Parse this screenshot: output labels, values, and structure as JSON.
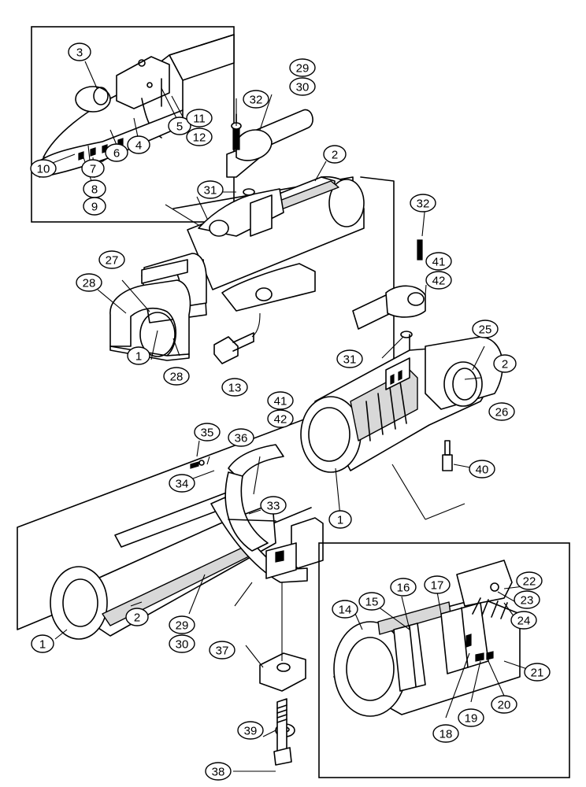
{
  "callouts": [
    {
      "id": "c1a",
      "text": "1"
    },
    {
      "id": "c1b",
      "text": "1"
    },
    {
      "id": "c1c",
      "text": "1"
    },
    {
      "id": "c2a",
      "text": "2"
    },
    {
      "id": "c2b",
      "text": "2"
    },
    {
      "id": "c2c",
      "text": "2"
    },
    {
      "id": "c3",
      "text": "3"
    },
    {
      "id": "c4",
      "text": "4"
    },
    {
      "id": "c5",
      "text": "5"
    },
    {
      "id": "c6",
      "text": "6"
    },
    {
      "id": "c7",
      "text": "7"
    },
    {
      "id": "c8",
      "text": "8"
    },
    {
      "id": "c9",
      "text": "9"
    },
    {
      "id": "c10",
      "text": "10"
    },
    {
      "id": "c11",
      "text": "11"
    },
    {
      "id": "c12",
      "text": "12"
    },
    {
      "id": "c13",
      "text": "13"
    },
    {
      "id": "c14",
      "text": "14"
    },
    {
      "id": "c15",
      "text": "15"
    },
    {
      "id": "c16",
      "text": "16"
    },
    {
      "id": "c17",
      "text": "17"
    },
    {
      "id": "c18",
      "text": "18"
    },
    {
      "id": "c19",
      "text": "19"
    },
    {
      "id": "c20",
      "text": "20"
    },
    {
      "id": "c21",
      "text": "21"
    },
    {
      "id": "c22",
      "text": "22"
    },
    {
      "id": "c23",
      "text": "23"
    },
    {
      "id": "c24",
      "text": "24"
    },
    {
      "id": "c25",
      "text": "25"
    },
    {
      "id": "c26",
      "text": "26"
    },
    {
      "id": "c27",
      "text": "27"
    },
    {
      "id": "c28a",
      "text": "28"
    },
    {
      "id": "c28b",
      "text": "28"
    },
    {
      "id": "c29a",
      "text": "29"
    },
    {
      "id": "c30a",
      "text": "30"
    },
    {
      "id": "c29b",
      "text": "29"
    },
    {
      "id": "c30b",
      "text": "30"
    },
    {
      "id": "c31a",
      "text": "31"
    },
    {
      "id": "c31b",
      "text": "31"
    },
    {
      "id": "c32a",
      "text": "32"
    },
    {
      "id": "c32b",
      "text": "32"
    },
    {
      "id": "c33",
      "text": "33"
    },
    {
      "id": "c34",
      "text": "34"
    },
    {
      "id": "c35",
      "text": "35"
    },
    {
      "id": "c36",
      "text": "36"
    },
    {
      "id": "c37",
      "text": "37"
    },
    {
      "id": "c38",
      "text": "38"
    },
    {
      "id": "c39",
      "text": "39"
    },
    {
      "id": "c40",
      "text": "40"
    },
    {
      "id": "c41a",
      "text": "41"
    },
    {
      "id": "c42a",
      "text": "42"
    },
    {
      "id": "c41b",
      "text": "41"
    },
    {
      "id": "c42b",
      "text": "42"
    }
  ]
}
